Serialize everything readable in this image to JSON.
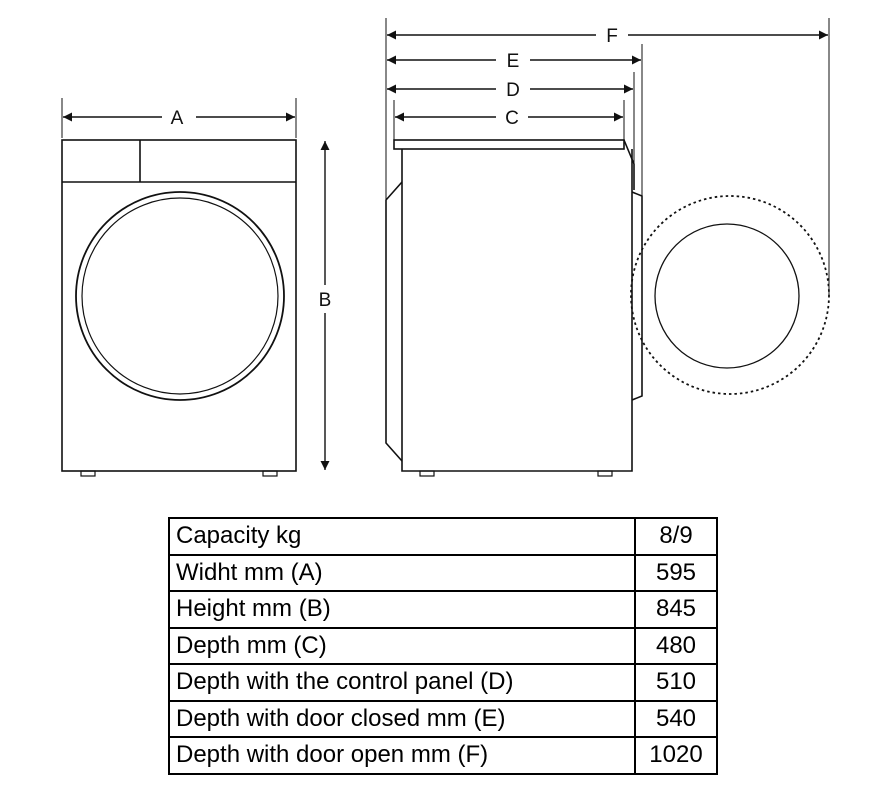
{
  "dimension_labels": {
    "a": "A",
    "b": "B",
    "c": "C",
    "d": "D",
    "e": "E",
    "f": "F"
  },
  "specs": [
    {
      "parameter": "Capacity kg",
      "value": "8/9"
    },
    {
      "parameter": "Widht mm (A)",
      "value": "595"
    },
    {
      "parameter": "Height mm (B)",
      "value": "845"
    },
    {
      "parameter": "Depth mm (C)",
      "value": "480"
    },
    {
      "parameter": "Depth with the control panel (D)",
      "value": "510"
    },
    {
      "parameter": "Depth with door closed mm (E)",
      "value": "540"
    },
    {
      "parameter": "Depth with door open mm (F)",
      "value": "1020"
    }
  ]
}
